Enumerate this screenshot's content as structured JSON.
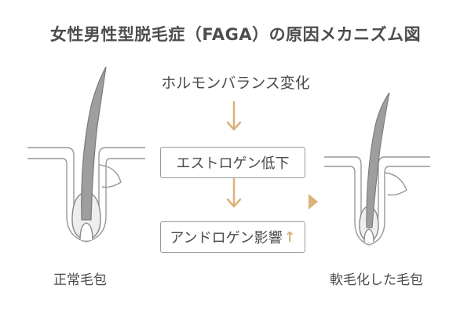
{
  "title": "女性男性型脱毛症（FAGA）の原因メカニズム図",
  "cause": "ホルモンバランス変化",
  "step1": "エストロゲン低下",
  "step2": "アンドロゲン影響",
  "step2_icon": "↑",
  "left_label": "正常毛包",
  "right_label": "軟毛化した毛包",
  "colors": {
    "accent": "#dab27a",
    "hair": "#9a9a9a",
    "outline": "#888888",
    "text": "#4a4a4a"
  },
  "icons": [
    "arrow-down-icon",
    "arrow-up-icon",
    "chevron-right-icon",
    "normal-follicle-illustration",
    "miniaturized-follicle-illustration"
  ]
}
